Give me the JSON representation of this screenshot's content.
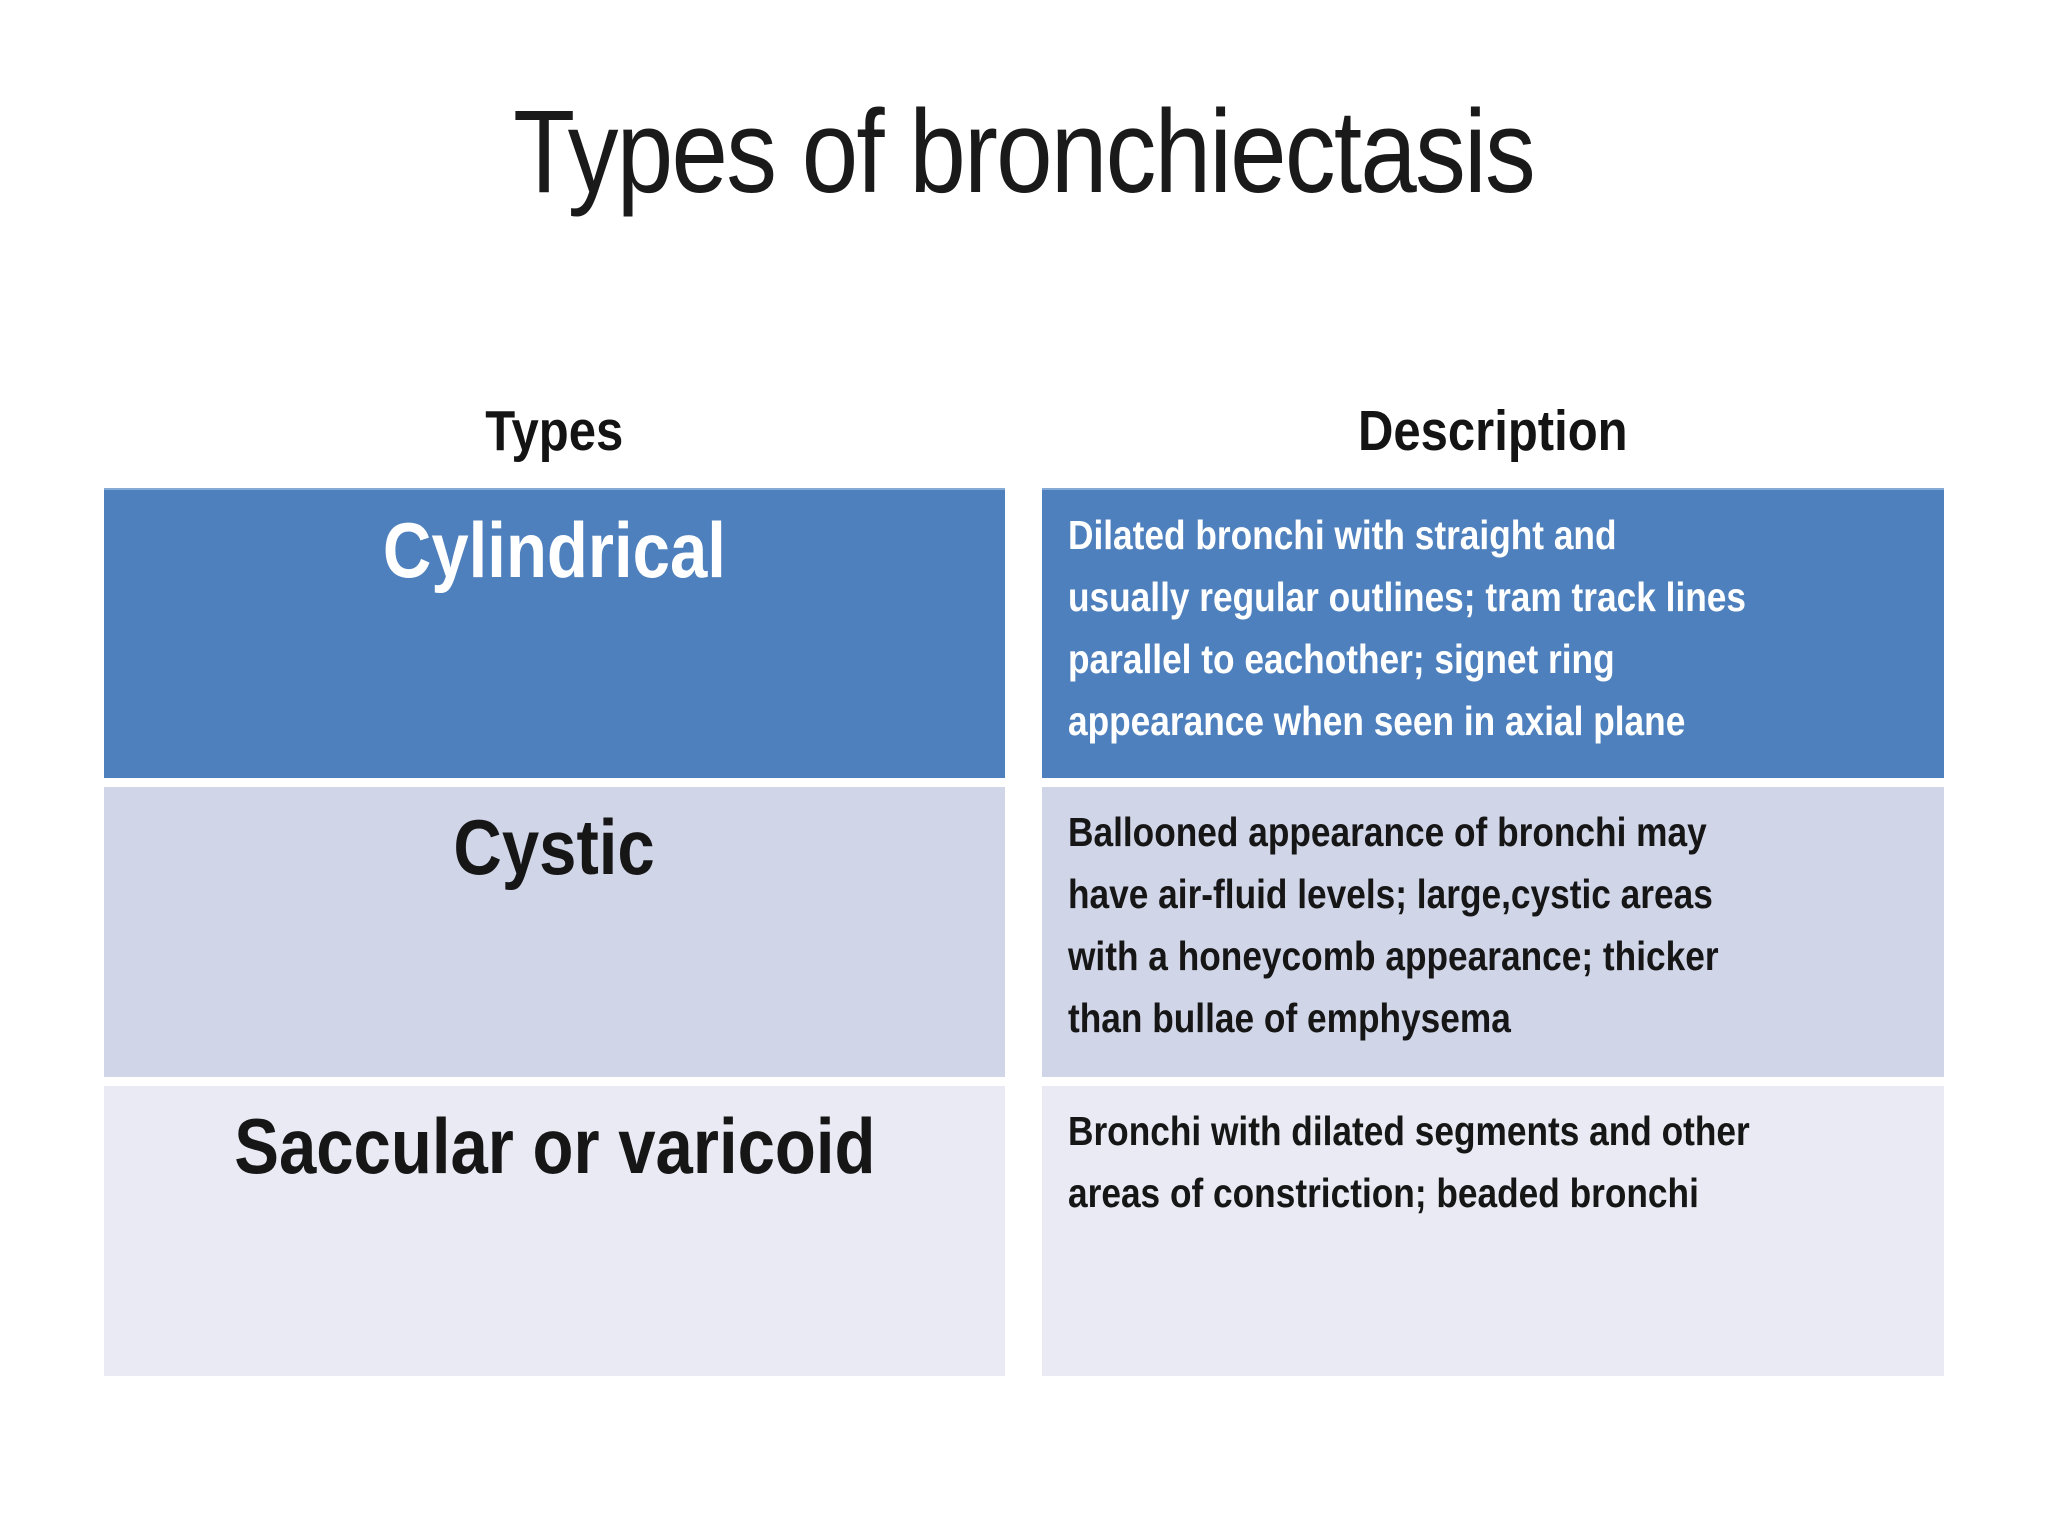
{
  "slide": {
    "title": "Types of bronchiectasis"
  },
  "table": {
    "headers": [
      {
        "label": "Types"
      },
      {
        "label": "Description"
      }
    ],
    "rows": [
      {
        "type": "Cylindrical",
        "description": "Dilated bronchi with straight and\nusually regular outlines; tram track lines\nparallel to eachother; signet ring\nappearance when seen in axial plane",
        "bg": "#4e80be",
        "text_color": "#ffffff"
      },
      {
        "type": "Cystic",
        "description": "Ballooned appearance of bronchi may\nhave air-fluid levels; large,cystic areas\nwith a honeycomb appearance; thicker\nthan bullae of emphysema",
        "bg": "#d0d5e8",
        "text_color": "#161616"
      },
      {
        "type": "Saccular or varicoid",
        "description": "Bronchi with dilated segments and other\nareas of constriction; beaded bronchi",
        "bg": "#e9eaf3",
        "text_color": "#161616"
      }
    ]
  },
  "colors": {
    "background": "#ffffff",
    "accent_blue": "#4e80be",
    "band_light": "#d0d5e8",
    "band_lighter": "#e9eaf3",
    "title_text": "#1a1a1a"
  }
}
